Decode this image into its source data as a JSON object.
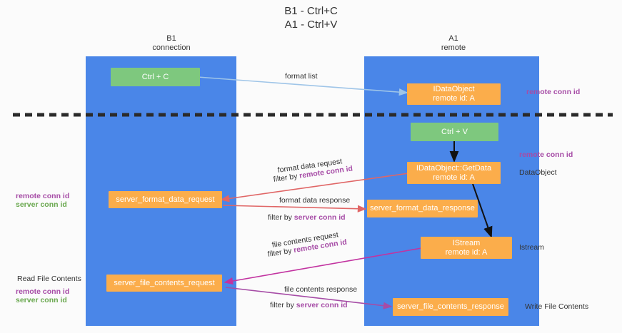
{
  "title": {
    "line1": "B1 - Ctrl+C",
    "line2": "A1 - Ctrl+V"
  },
  "columns": [
    {
      "name": "B1",
      "sub": "connection"
    },
    {
      "name": "A1",
      "sub": "remote"
    }
  ],
  "boxes": {
    "ctrl_c": "Ctrl + C",
    "ctrl_v": "Ctrl + V",
    "idataobject": {
      "line1": "IDataObject",
      "line2": "remote id: A"
    },
    "getdata": {
      "line1": "IDataObject::GetData",
      "line2": "remote id: A"
    },
    "istream": {
      "line1": "IStream",
      "line2": "remote id: A"
    },
    "server_format_data_request": "server_format_data_request",
    "server_format_data_response": "server_format_data_response",
    "server_file_contents_request": "server_file_contents_request",
    "server_file_contents_response": "server_file_contents_response"
  },
  "arrows": {
    "format_list": "format list",
    "format_data_request": "format data request",
    "format_data_request_filter_prefix": "filter by ",
    "format_data_request_filter_key": "remote conn id",
    "format_data_response": "format data response",
    "format_data_response_filter_prefix": "filter by ",
    "format_data_response_filter_key": "server conn id",
    "file_contents_request": "file contents request",
    "file_contents_request_filter_prefix": "filter by ",
    "file_contents_request_filter_key": "remote conn id",
    "file_contents_response": "file contents response",
    "file_contents_response_filter_prefix": "filter by ",
    "file_contents_response_filter_key": "server conn id"
  },
  "right_labels": {
    "remote_conn_id_top": "remote conn id",
    "remote_conn_id_mid": "remote conn id",
    "dataobject": "DataObject",
    "istream": "Istream",
    "write_file_contents": "Write File Contents"
  },
  "left_labels": {
    "remote_conn_id": "remote conn id",
    "server_conn_id": "server conn id",
    "read_file_contents": "Read File Contents",
    "remote_conn_id_2": "remote conn id",
    "server_conn_id_2": "server conn id"
  },
  "colors": {
    "column": "#4a86e8",
    "green_box": "#7ec87e",
    "orange_box": "#fbad4b",
    "purple_text": "#a64ca6",
    "green_text": "#6aa84f",
    "light_blue_arrow": "#9fc5e8",
    "red_arrow": "#e06666",
    "magenta_arrow": "#c233a0",
    "purple_arrow": "#a64ca6",
    "black_arrow": "#111111"
  }
}
